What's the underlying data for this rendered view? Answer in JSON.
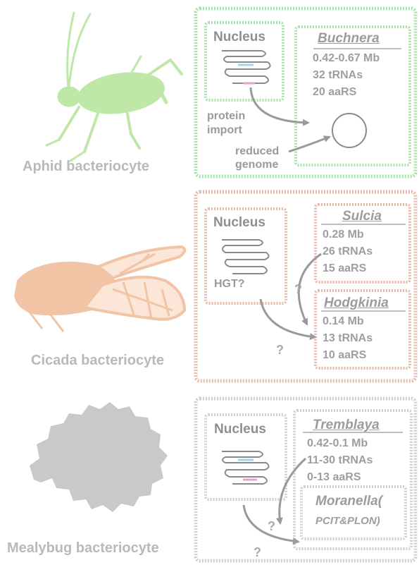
{
  "panels": [
    {
      "host_label": "Aphid bacteriocyte",
      "nucleus_label": "Nucleus",
      "symbionts": [
        {
          "name": "Buchnera",
          "stats": [
            "0.42-0.67 Mb",
            "32 tRNAs",
            "20 aaRS"
          ]
        }
      ],
      "annotations": [
        "protein",
        "import",
        "reduced",
        "genome"
      ],
      "border_color": "#a6e3a6"
    },
    {
      "host_label": "Cicada bacteriocyte",
      "nucleus_label": "Nucleus",
      "symbionts": [
        {
          "name": "Sulcia",
          "stats": [
            "0.28 Mb",
            "26 tRNAs",
            "15 aaRS"
          ]
        },
        {
          "name": "Hodgkinia",
          "stats": [
            "0.14 Mb",
            "13 tRNAs",
            "10 aaRS"
          ]
        }
      ],
      "annotations": [
        "HGT?",
        "?",
        "?"
      ],
      "border_color": "#e8b9a8"
    },
    {
      "host_label": "Mealybug bacteriocyte",
      "nucleus_label": "Nucleus",
      "symbionts": [
        {
          "name": "Tremblaya",
          "stats": [
            "0.42-0.1 Mb",
            "11-30 tRNAs",
            "0-13 aaRS"
          ]
        },
        {
          "name": "Moranella(",
          "stats": [
            "PCIT&PLON)"
          ]
        }
      ],
      "annotations": [
        "?",
        "?"
      ],
      "border_color": "#cfcfcf"
    }
  ]
}
